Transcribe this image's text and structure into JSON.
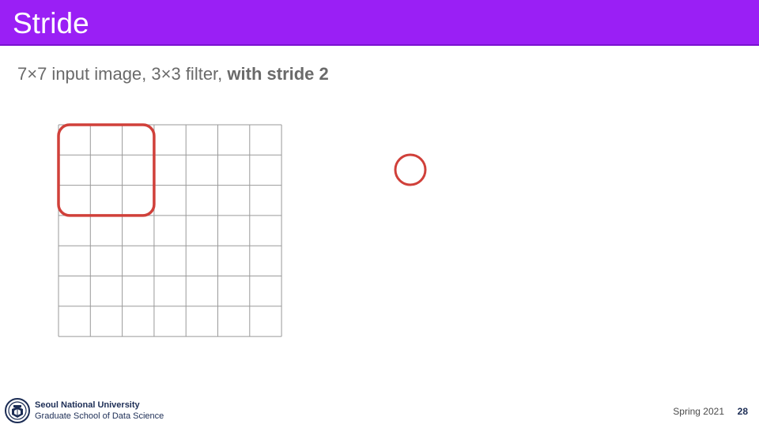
{
  "slide": {
    "title": "Stride",
    "subtitle_prefix": "7×7 input image, 3×3 filter, ",
    "subtitle_bold": "with stride 2"
  },
  "grid": {
    "rows": 7,
    "cols": 7,
    "filter_size": 3,
    "filter_position": {
      "row": 0,
      "col": 0
    },
    "line_color": "#9a9a9a",
    "filter_color": "#d0403a"
  },
  "output_marker": {
    "color": "#d0403a"
  },
  "footer": {
    "university": "Seoul National University",
    "school": "Graduate School of Data Science",
    "term": "Spring 2021",
    "page_number": "28"
  },
  "colors": {
    "title_bar": "#9a1ff5",
    "title_text": "#ffffff",
    "subtitle_text": "#6a6a6a",
    "footer_text": "#1c2d55"
  }
}
